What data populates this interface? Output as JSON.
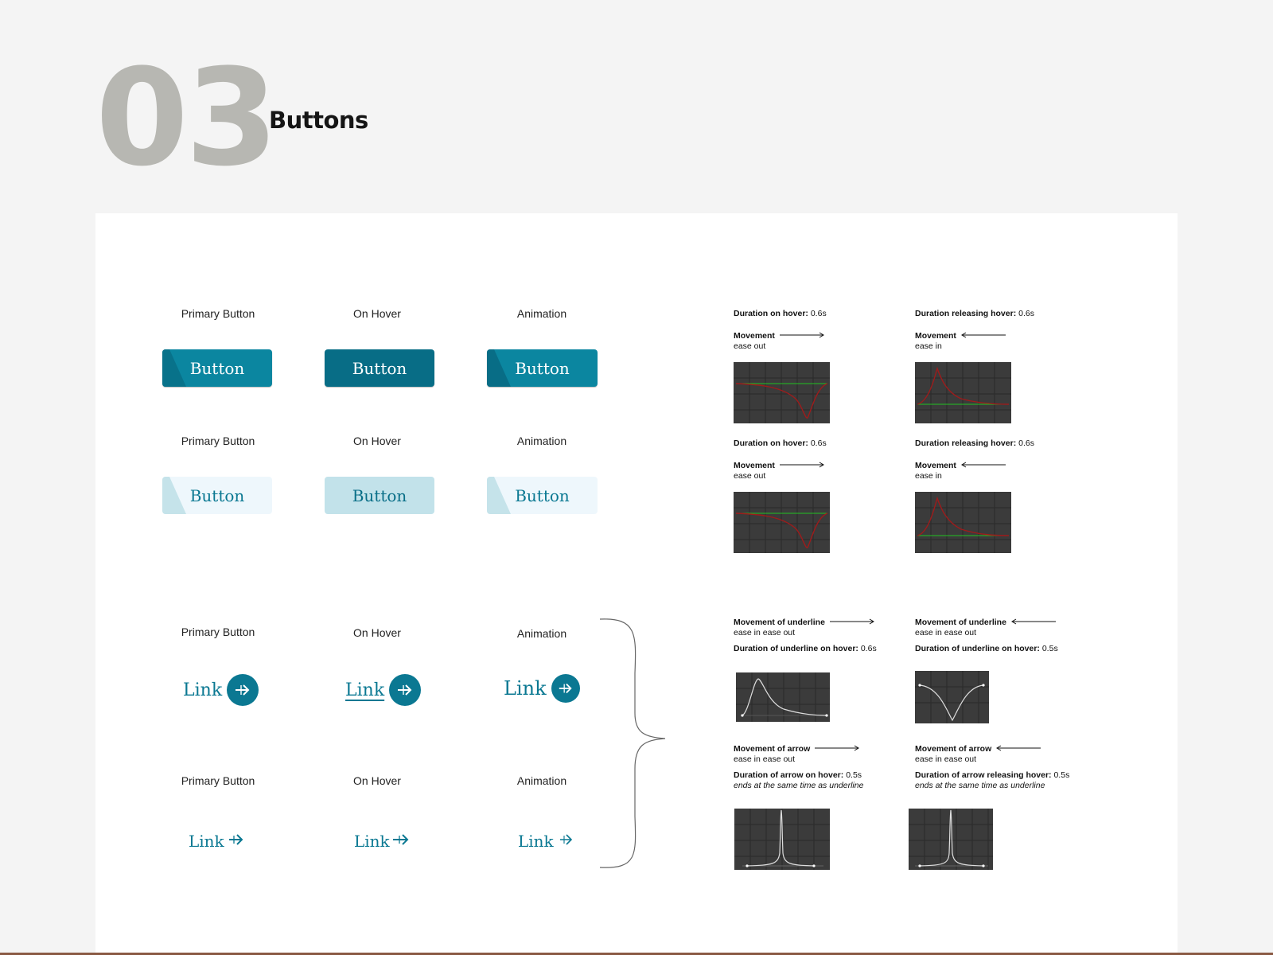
{
  "header": {
    "number": "03",
    "title": "Buttons"
  },
  "columns": [
    "Primary Button",
    "On Hover",
    "Animation"
  ],
  "buttons": {
    "label": "Button"
  },
  "links": {
    "label": "Link"
  },
  "specs": {
    "button_hover": {
      "duration_label": "Duration on hover:",
      "duration_value": "0.6s",
      "movement_label": "Movement",
      "easing": "ease out"
    },
    "button_release": {
      "duration_label": "Duration releasing hover:",
      "duration_value": "0.6s",
      "movement_label": "Movement",
      "easing": "ease in"
    },
    "underline_hover": {
      "movement_label": "Movement of underline",
      "easing": "ease in ease out",
      "duration_label": "Duration of underline on hover:",
      "duration_value": "0.6s"
    },
    "underline_release": {
      "movement_label": "Movement of underline",
      "easing": "ease in ease out",
      "duration_label": "Duration of underline on hover:",
      "duration_value": "0.5s"
    },
    "arrow_hover": {
      "movement_label": "Movement of arrow",
      "easing": "ease in ease out",
      "duration_label": "Duration of arrow on hover:",
      "duration_value": "0.5s",
      "note": "ends at the same time as underline"
    },
    "arrow_release": {
      "movement_label": "Movement of arrow",
      "easing": "ease in ease out",
      "duration_label": "Duration of arrow releasing hover:",
      "duration_value": "0.5s",
      "note": "ends at the same time as underline"
    }
  },
  "colors": {
    "primary": "#0b86a0",
    "primary_hover": "#086d86",
    "secondary_bg": "#eef7fc",
    "secondary_hover": "#c2e2ea",
    "graph_bg": "#3b3b3b",
    "curve_red": "#9e1b1b",
    "baseline_green": "#22c022"
  }
}
